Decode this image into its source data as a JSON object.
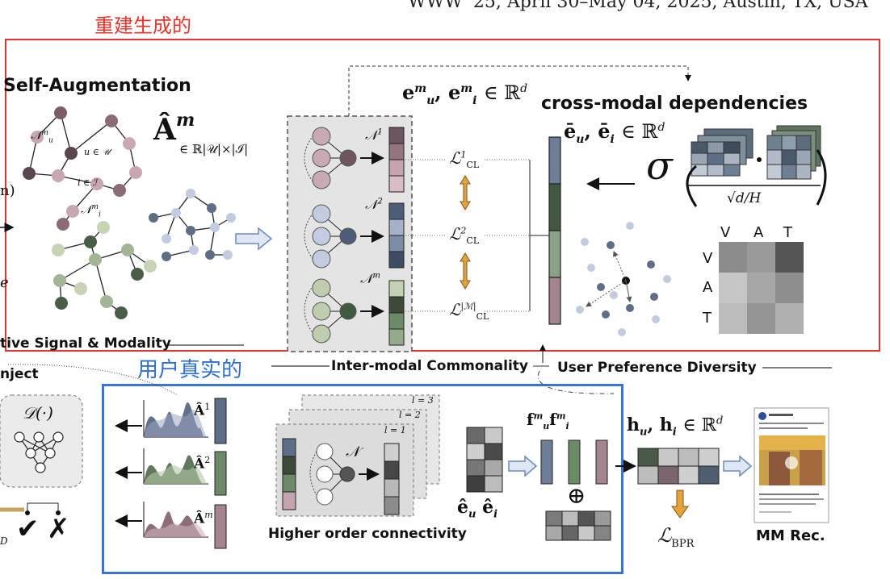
{
  "header": {
    "venue_fragment": "WWW '25, April 30–May 04, 2025, Austin, TX, USA"
  },
  "annotations": {
    "reconstructed": "重建生成的",
    "user_real": "用户真实的"
  },
  "top_panel": {
    "title": "Self-Augmentation",
    "adj_symbol": "Â",
    "adj_sup": "m",
    "adj_space": "∈ ℝ|𝒰|×|ℐ|",
    "neighbor_u": "𝒩",
    "neighbor_u_sup": "m",
    "neighbor_u_sub": "u",
    "node_u": "u ∈ 𝒰",
    "node_i": "i ∈ ℐ",
    "neighbor_i": "𝒩",
    "neighbor_i_sup": "m",
    "neighbor_i_sub": "i",
    "emb_ue": "e",
    "emb_label": "e",
    "emb_space": "∈ ℝ",
    "emb_sup": "m",
    "emb_d": "d",
    "n1": "𝒩",
    "n1_sup": "1",
    "n2": "𝒩",
    "n2_sup": "2",
    "nm": "𝒩",
    "nm_sup": "m",
    "cl1": "ℒ",
    "cl1_sub": "CL",
    "cl1_sup": "1",
    "cl2": "ℒ",
    "cl2_sub": "CL",
    "cl2_sup": "2",
    "clm": "ℒ",
    "clm_sub": "CL",
    "clm_sup": "|ℳ|",
    "cross_title": "cross-modal dependencies",
    "bar_emb": "ē",
    "bar_emb_space": "∈ ℝ",
    "sigma": "σ",
    "sqrt_label": "√d/H",
    "matrix_cols": [
      "V",
      "A",
      "T"
    ],
    "matrix_rows": [
      "V",
      "A",
      "T"
    ]
  },
  "left_fragments": {
    "signal_label": "tive Signal & Modality",
    "inject_label": "nject",
    "partial_paren": "n)",
    "partial_e": "e",
    "d_label": "D"
  },
  "middle_labels": {
    "commonality": "Inter-modal Commonality",
    "diversity": "User Preference Diversity"
  },
  "bottom_panel": {
    "denoise": "𝒟(·)",
    "check": "✔",
    "cross": "✗",
    "a_hat": "Â",
    "a_sup_1": "1",
    "a_sup_2": "2",
    "a_sup_m": "m",
    "layers": [
      "l = 1",
      "l = 2",
      "l = 3"
    ],
    "n_label": "𝒩",
    "higher_order": "Higher order connectivity",
    "eu": "ê",
    "ei": "ê",
    "f_label": "f",
    "oplus": "⊕",
    "h_label": "h",
    "h_space": "∈ ℝ",
    "loss_bpr": "ℒ",
    "loss_bpr_sub": "BPR",
    "mm_rec": "MM Rec."
  },
  "colors": {
    "red_box": "#e8332a",
    "blue_box": "#3a73d2",
    "mauve": "#8e6f7a",
    "slate": "#5d6e86",
    "olive": "#6d8a68"
  }
}
